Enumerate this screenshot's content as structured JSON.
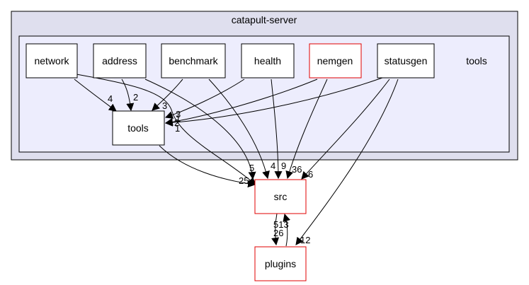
{
  "cluster_outer": {
    "label": "catapult-server"
  },
  "cluster_inner": {
    "label": "tools"
  },
  "nodes": {
    "network": {
      "label": "network"
    },
    "address": {
      "label": "address"
    },
    "benchmark": {
      "label": "benchmark"
    },
    "health": {
      "label": "health"
    },
    "nemgen": {
      "label": "nemgen"
    },
    "statusgen": {
      "label": "statusgen"
    },
    "tools": {
      "label": "tools"
    },
    "src": {
      "label": "src"
    },
    "plugins": {
      "label": "plugins"
    }
  },
  "edges": {
    "network_tools": "4",
    "network_src": "3",
    "address_tools": "2",
    "address_src": "5",
    "benchmark_tools": "3",
    "benchmark_src": "4",
    "health_tools": "2",
    "health_src": "9",
    "nemgen_tools": "1",
    "nemgen_src": "36",
    "statusgen_tools": "1",
    "statusgen_src": "6",
    "statusgen_plugins": "12",
    "tools_src": "25",
    "src_plugins": "26",
    "plugins_src": "513"
  },
  "colors": {
    "outer_fill": "#dfdfee",
    "inner_fill": "#ededfd",
    "border_black": "#000000",
    "border_red": "#e00000",
    "node_fill": "#ffffff"
  }
}
